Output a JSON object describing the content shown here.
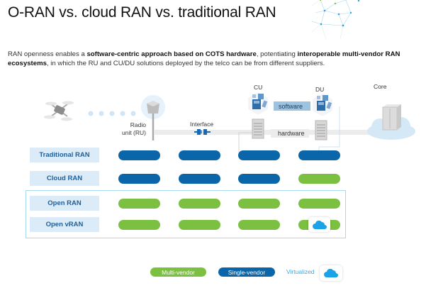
{
  "header": {
    "title": "O-RAN vs. cloud RAN vs. traditional RAN"
  },
  "intro": {
    "segments": [
      {
        "text": "RAN openness enables a ",
        "bold": false
      },
      {
        "text": "software-centric approach based on COTS hardware",
        "bold": true
      },
      {
        "text": ", potentiating ",
        "bold": false
      },
      {
        "text": "interoperable multi-vendor RAN ecosystems",
        "bold": true
      },
      {
        "text": ", in which the RU and CU/DU solutions deployed by the telco can be from different suppliers.",
        "bold": false
      }
    ]
  },
  "diagram": {
    "radio_unit_label": "Radio\nunit (RU)",
    "radio_unit_line1": "Radio",
    "radio_unit_line2": "unit (RU)",
    "interface_label": "Interface",
    "cu_label": "CU",
    "du_label": "DU",
    "core_label": "Core",
    "software_label": "software",
    "hardware_label": "hardware"
  },
  "matrix": {
    "columns": [
      "RU",
      "Interface",
      "CU",
      "DU"
    ],
    "rows": [
      {
        "label": "Traditional RAN",
        "cells": [
          "single",
          "single",
          "single",
          "single"
        ],
        "virtualized": [
          false,
          false,
          false,
          false
        ]
      },
      {
        "label": "Cloud RAN",
        "cells": [
          "single",
          "single",
          "single",
          "multi"
        ],
        "virtualized": [
          false,
          false,
          false,
          false
        ]
      },
      {
        "label": "Open RAN",
        "cells": [
          "multi",
          "multi",
          "multi",
          "multi"
        ],
        "virtualized": [
          false,
          false,
          false,
          false
        ]
      },
      {
        "label": "Open vRAN",
        "cells": [
          "multi",
          "multi",
          "multi",
          "multi"
        ],
        "virtualized": [
          false,
          false,
          false,
          true
        ]
      }
    ],
    "highlighted_group": [
      "Open RAN",
      "Open vRAN"
    ]
  },
  "legend": {
    "multi_vendor": "Multi-vendor",
    "single_vendor": "Single-vendor",
    "virtualized": "Virtualized"
  },
  "colors": {
    "single_vendor": "#0b66a9",
    "multi_vendor": "#7cc042",
    "virtualized": "#1aa3e8",
    "row_label_bg": "#dcebf8",
    "row_label_text": "#1f5f99",
    "open_group_border": "#a8d8ee"
  }
}
